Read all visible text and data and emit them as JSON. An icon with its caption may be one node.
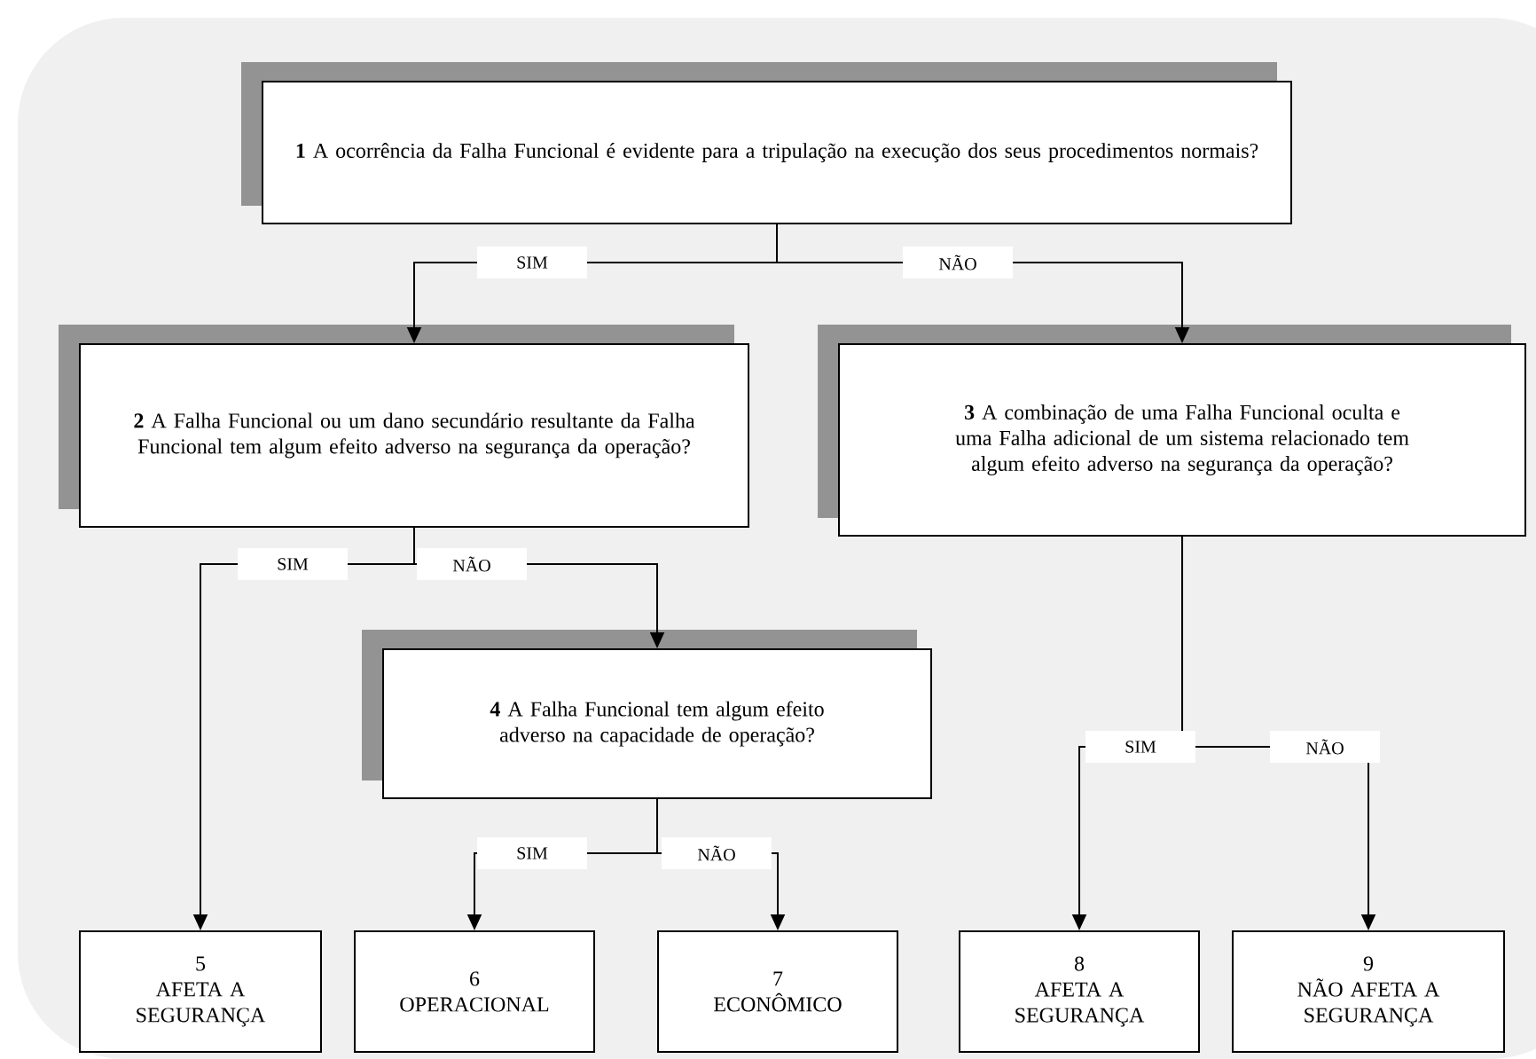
{
  "diagram": {
    "nodes": [
      {
        "text": [
          "**1** A ocorrência da Falha Funcional é evidente para a tripulação na execução dos seus procedimentos normais?"
        ]
      },
      {
        "text": [
          "**2** A Falha Funcional ou um dano secundário resultante da Falha Funcional tem algum efeito adverso na segurança da operação?"
        ]
      },
      {
        "text": [
          "**3** A combinação de uma Falha Funcional oculta e uma Falha adicional de um sistema relacionado tem algum efeito adverso na segurança da operação?"
        ]
      },
      {
        "text": [
          "**4** A Falha Funcional tem algum efeito adverso na capacidade de operação?"
        ]
      },
      {
        "text": [
          "5",
          "AFETA A SEGURANÇA"
        ]
      },
      {
        "text": [
          "6",
          "OPERACIONAL"
        ]
      },
      {
        "text": [
          "7",
          "ECONÔMICO"
        ]
      },
      {
        "text": [
          "8",
          "AFETA A SEGURANÇA"
        ]
      },
      {
        "text": [
          "9",
          "NÃO AFETA A SEGURANÇA"
        ]
      }
    ],
    "edges": [
      {
        "from": 0,
        "to": 1,
        "arrow": "to",
        "label": "SIM"
      },
      {
        "from": 0,
        "to": 2,
        "arrow": "to",
        "label": "NÃO"
      },
      {
        "from": 1,
        "to": 4,
        "arrow": "to",
        "label": "SIM"
      },
      {
        "from": 1,
        "to": 3,
        "arrow": "to",
        "label": "NÃO"
      },
      {
        "from": 3,
        "to": 5,
        "arrow": "to",
        "label": "SIM"
      },
      {
        "from": 3,
        "to": 6,
        "arrow": "to",
        "label": "NÃO"
      },
      {
        "from": 2,
        "to": 7,
        "arrow": "to",
        "label": "SIM"
      },
      {
        "from": 2,
        "to": 8,
        "arrow": "to",
        "label": "NÃO"
      }
    ]
  }
}
